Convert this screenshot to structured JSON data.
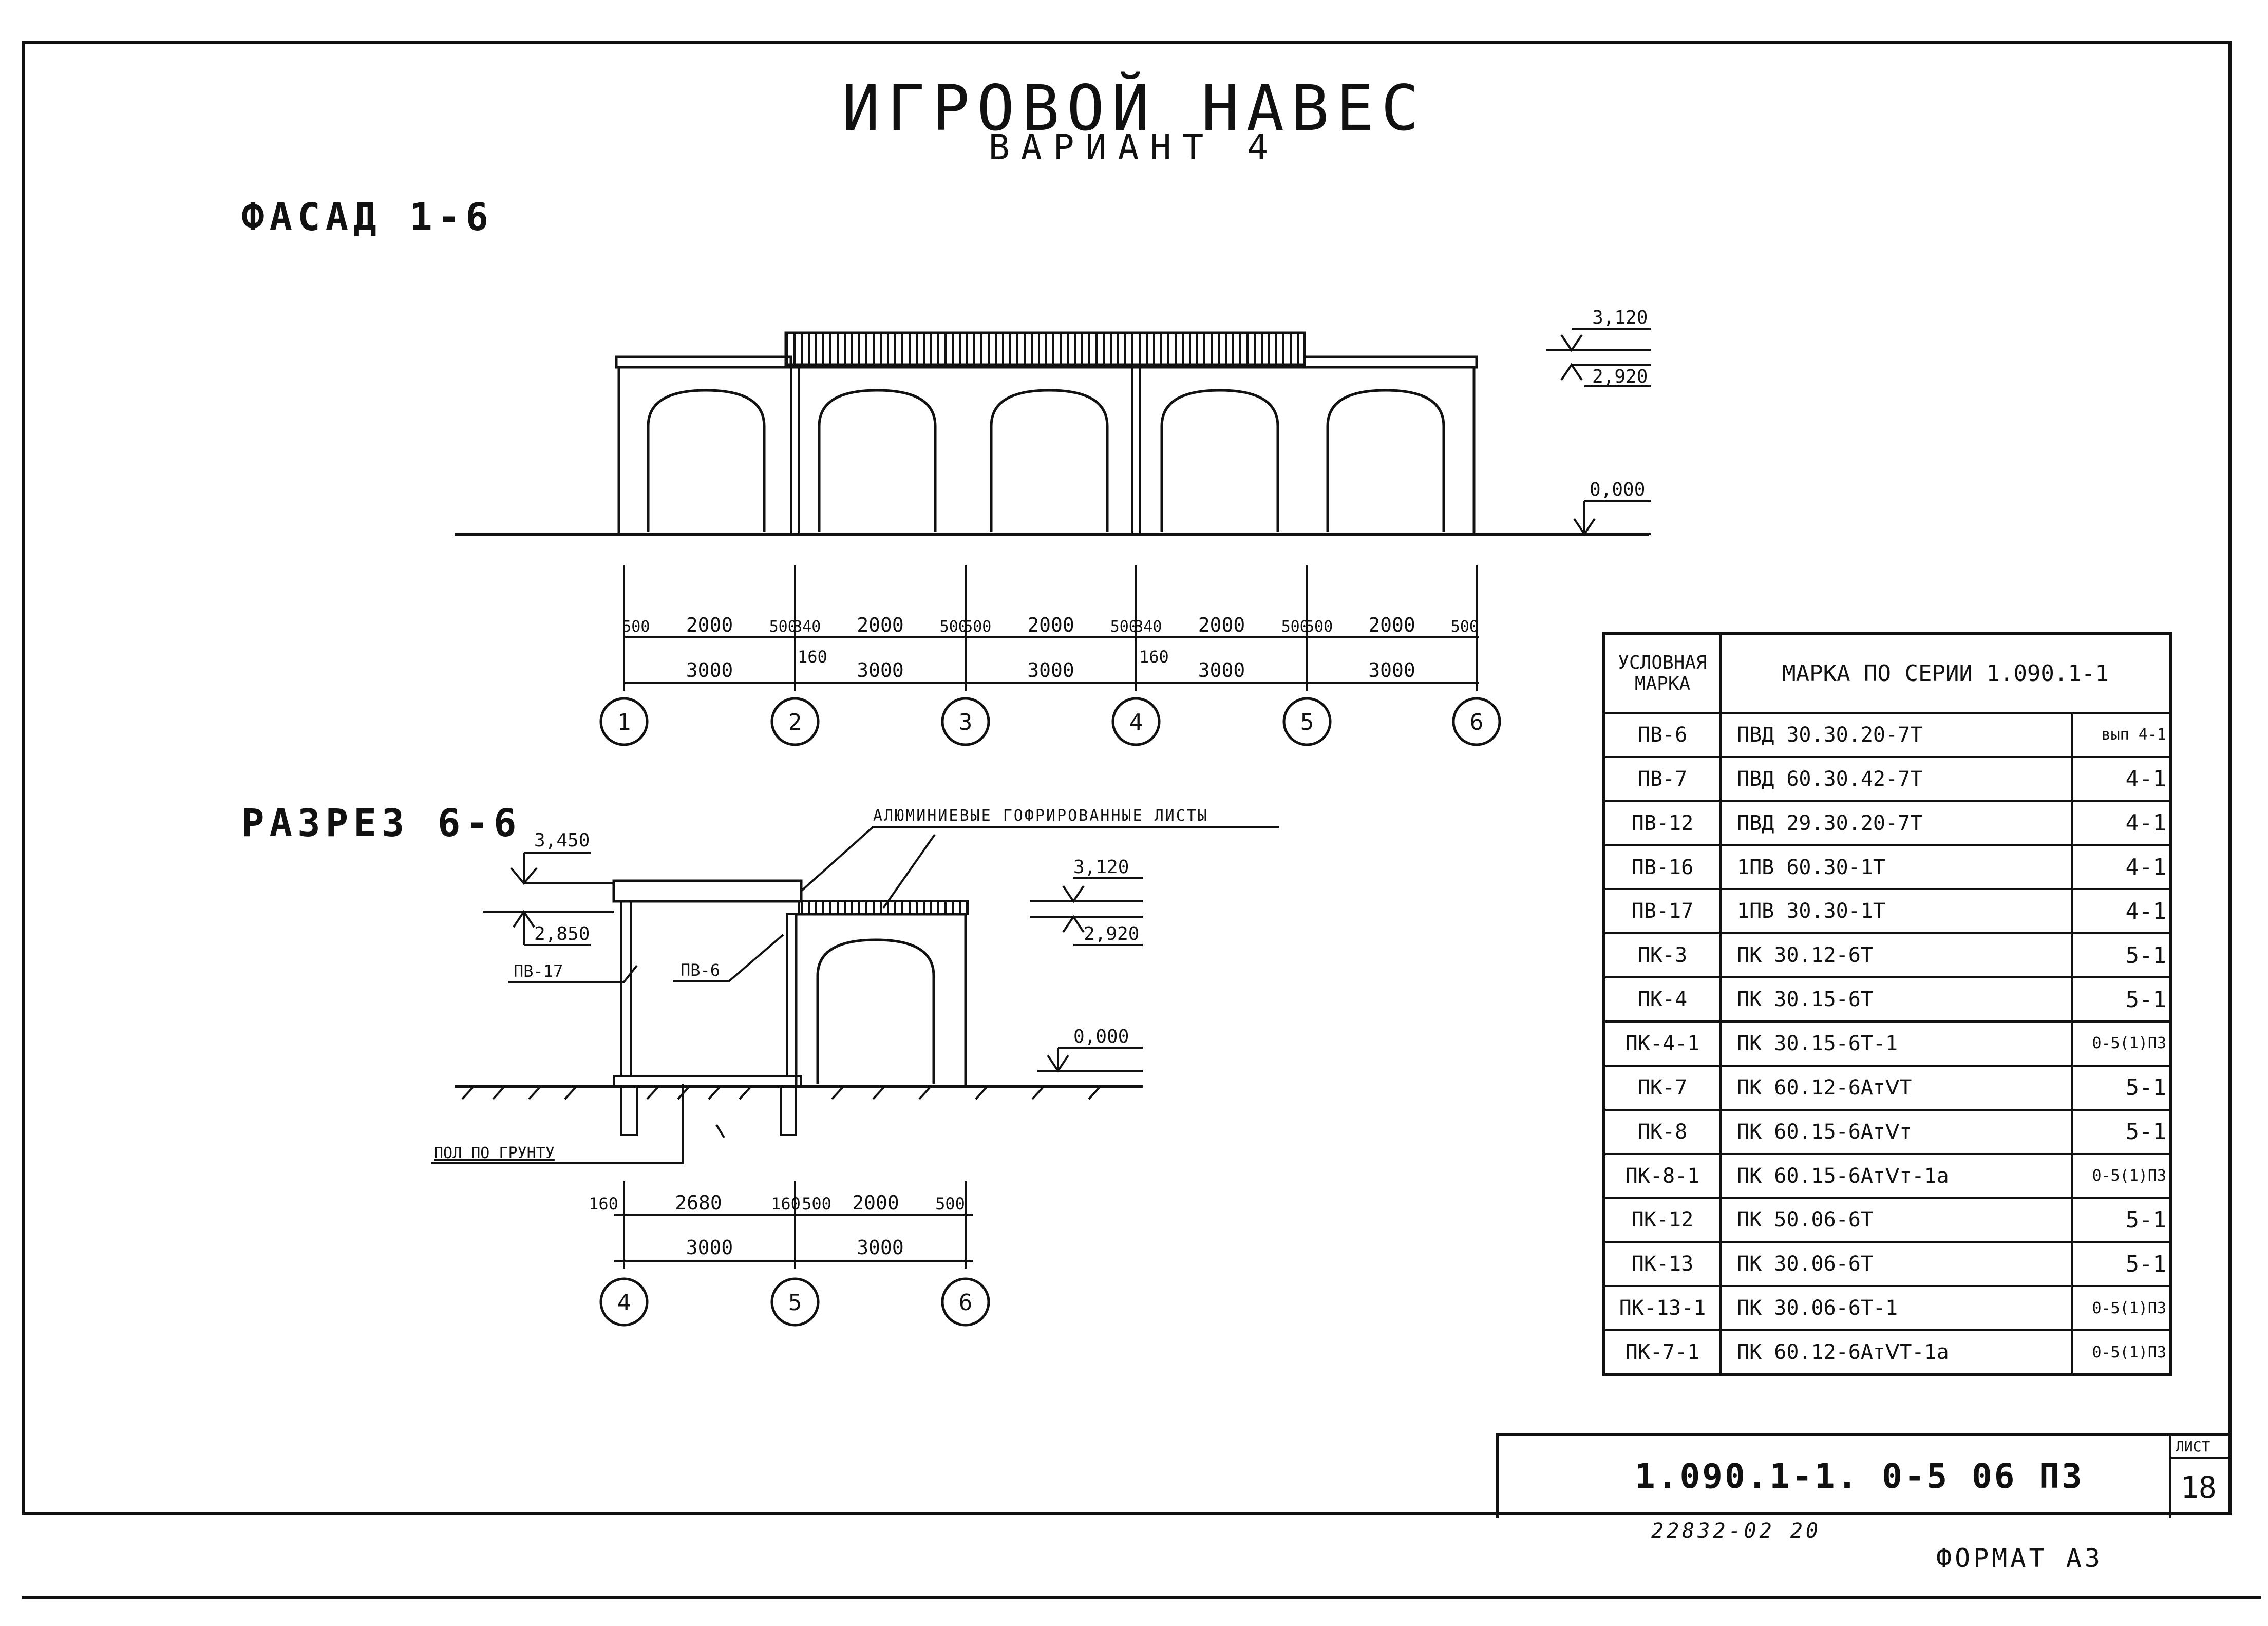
{
  "title": "ИГРОВОЙ НАВЕС",
  "subtitle": "ВАРИАНТ 4",
  "facade": {
    "label": "ФАСАД 1-6",
    "level_top": "3,120",
    "level_mid": "2,920",
    "level_ground": "0,000",
    "dims_row1": [
      "500",
      "2000",
      "500",
      "340",
      "2000",
      "500",
      "500",
      "2000",
      "500",
      "340",
      "2000",
      "500",
      "500",
      "2000",
      "500"
    ],
    "dims_160": [
      "160",
      "160"
    ],
    "dims_row2": [
      "3000",
      "3000",
      "3000",
      "3000",
      "3000"
    ],
    "axes": [
      "1",
      "2",
      "3",
      "4",
      "5",
      "6"
    ]
  },
  "section": {
    "label": "РАЗРЕЗ 6-6",
    "callout_sheets": "АЛЮМИНИЕВЫЕ ГОФРИРОВАННЫЕ ЛИСТЫ",
    "level_left_top": "3,450",
    "level_left_mid": "2,850",
    "level_right_top": "3,120",
    "level_right_mid": "2,920",
    "level_ground": "0,000",
    "pb17": "ПВ-17",
    "pb6": "ПВ-6",
    "floor": "ПОЛ ПО ГРУНТУ",
    "dims_row1": [
      "160",
      "2680",
      "160",
      "500",
      "2000",
      "500"
    ],
    "dims_row2": [
      "3000",
      "3000"
    ],
    "axes": [
      "4",
      "5",
      "6"
    ]
  },
  "table": {
    "col1_header": "УСЛОВНАЯ МАРКА",
    "col2_header": "МАРКА ПО СЕРИИ 1.090.1-1",
    "rows": [
      {
        "mark": "ПВ-6",
        "series": "ПВД 30.30.20-7Т",
        "ref": "вып 4-1"
      },
      {
        "mark": "ПВ-7",
        "series": "ПВД 60.30.42-7Т",
        "ref": "4-1"
      },
      {
        "mark": "ПВ-12",
        "series": "ПВД 29.30.20-7Т",
        "ref": "4-1"
      },
      {
        "mark": "ПВ-16",
        "series": "1ПВ 60.30-1Т",
        "ref": "4-1"
      },
      {
        "mark": "ПВ-17",
        "series": "1ПВ 30.30-1Т",
        "ref": "4-1"
      },
      {
        "mark": "ПК-3",
        "series": "ПК 30.12-6Т",
        "ref": "5-1"
      },
      {
        "mark": "ПК-4",
        "series": "ПК 30.15-6Т",
        "ref": "5-1"
      },
      {
        "mark": "ПК-4-1",
        "series": "ПК 30.15-6Т-1",
        "ref": "0-5(1)ПЗ"
      },
      {
        "mark": "ПК-7",
        "series": "ПК 60.12-6АтⅤТ",
        "ref": "5-1"
      },
      {
        "mark": "ПК-8",
        "series": "ПК 60.15-6АтⅤт",
        "ref": "5-1"
      },
      {
        "mark": "ПК-8-1",
        "series": "ПК 60.15-6АтⅤт-1а",
        "ref": "0-5(1)ПЗ"
      },
      {
        "mark": "ПК-12",
        "series": "ПК 50.06-6Т",
        "ref": "5-1"
      },
      {
        "mark": "ПК-13",
        "series": "ПК 30.06-6Т",
        "ref": "5-1"
      },
      {
        "mark": "ПК-13-1",
        "series": "ПК 30.06-6Т-1",
        "ref": "0-5(1)ПЗ"
      },
      {
        "mark": "ПК-7-1",
        "series": "ПК 60.12-6АтⅤТ-1а",
        "ref": "0-5(1)ПЗ"
      }
    ]
  },
  "stamp": {
    "code": "1.090.1-1. 0-5   06 ПЗ",
    "sheet_label": "ЛИСТ",
    "sheet_no": "18"
  },
  "footer": {
    "inv": "22832-02   20",
    "format": "ФОРМАТ А3"
  }
}
